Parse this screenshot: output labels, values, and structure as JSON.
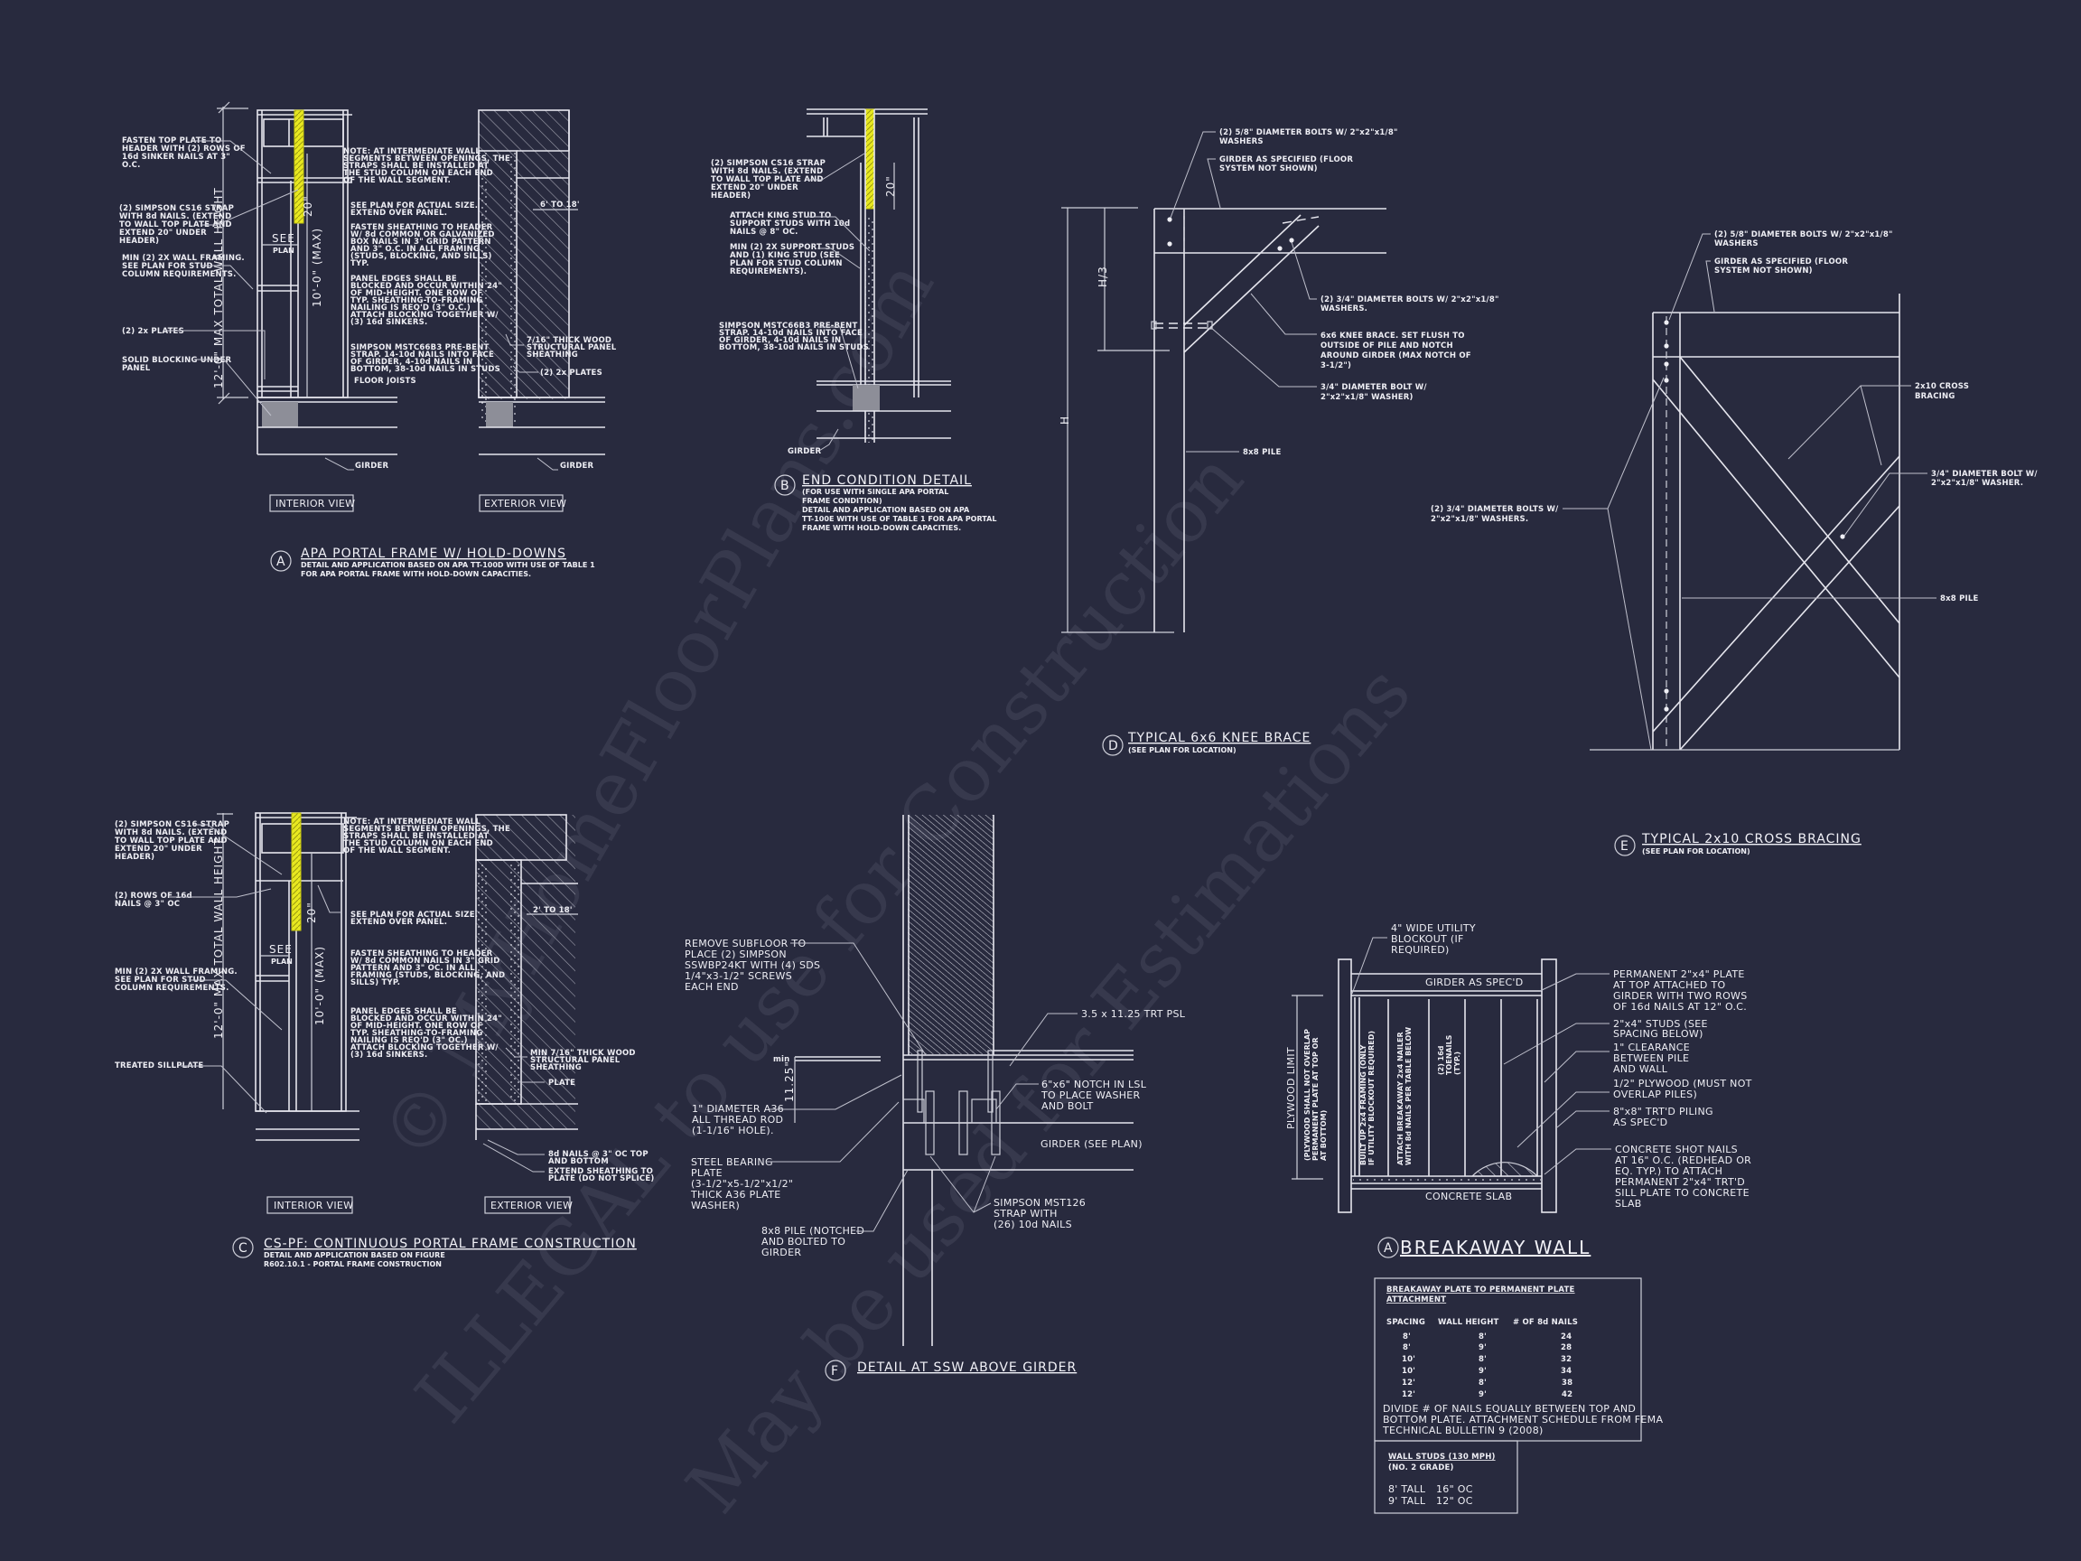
{
  "sheet": {
    "background": "#282a3e",
    "line_color": "#e6e6ee",
    "strap_color": "#e8e820"
  },
  "watermark": {
    "line1": "© MyHomeFloorPlans.com",
    "line2": "ILLEGAL to use for Construction",
    "line3": "May be used for Estimations"
  },
  "detail_a": {
    "tag": "A",
    "title": "APA PORTAL FRAME W/ HOLD-DOWNS",
    "subtitle": [
      "DETAIL AND APPLICATION BASED ON APA TT-100D WITH USE OF TABLE 1",
      "FOR APA PORTAL FRAME WITH HOLD-DOWN CAPACITIES."
    ],
    "interior_view_label": "INTERIOR VIEW",
    "exterior_view_label": "EXTERIOR VIEW",
    "dim_total": "12'-0\" MAX TOTAL WALL HEIGHT",
    "dim_wall": "10'-0\" (MAX)",
    "dim_strap": "20\"",
    "see_plan": "SEE",
    "see_plan_sub": "PLAN",
    "dim_width": "6' TO 18'",
    "notes_left": [
      [
        "FASTEN TOP PLATE TO",
        "HEADER WITH (2) ROWS OF",
        "16d SINKER NAILS AT 3\"",
        "O.C."
      ],
      [
        "(2) SIMPSON CS16 STRAP",
        "WITH 8d NAILS. (EXTEND",
        "TO WALL TOP PLATE AND",
        "EXTEND 20\" UNDER",
        "HEADER)"
      ],
      [
        "MIN (2) 2X WALL FRAMING.",
        "SEE PLAN FOR STUD",
        "COLUMN REQUIREMENTS."
      ],
      [
        "(2) 2x PLATES"
      ],
      [
        "SOLID BLOCKING UNDER",
        "PANEL"
      ]
    ],
    "notes_mid": [
      [
        "NOTE: AT INTERMEDIATE WALL",
        "SEGMENTS BETWEEN OPENINGS, THE",
        "STRAPS SHALL BE INSTALLED AT",
        "THE STUD COLUMN ON EACH END",
        "OF THE WALL SEGMENT."
      ],
      [
        "SEE PLAN FOR ACTUAL SIZE.",
        "EXTEND OVER PANEL."
      ],
      [
        "FASTEN SHEATHING TO HEADER",
        "W/ 8d COMMON OR GALVANIZED",
        "BOX NAILS IN 3\" GRID PATTERN",
        "AND 3\" O.C. IN ALL FRAMING",
        "(STUDS, BLOCKING, AND SILLS)",
        "TYP."
      ],
      [
        "PANEL EDGES SHALL BE",
        "BLOCKED AND OCCUR WITHIN 24\"",
        "OF MID-HEIGHT. ONE ROW OF",
        "TYP. SHEATHING-TO-FRAMING",
        "NAILING IS REQ'D (3\" O.C.)",
        "ATTACH BLOCKING TOGETHER W/",
        "(3) 16d SINKERS."
      ],
      [
        "SIMPSON MSTC66B3 PRE-BENT",
        "STRAP. 14-10d NAILS INTO FACE",
        "OF GIRDER, 4-10d NAILS IN",
        "BOTTOM, 38-10d NAILS IN STUDS"
      ],
      [
        "FLOOR JOISTS"
      ]
    ],
    "notes_right": [
      [
        "7/16\" THICK WOOD",
        "STRUCTURAL PANEL",
        "SHEATHING"
      ],
      [
        "(2) 2x PLATES"
      ]
    ],
    "girder_label": "GIRDER"
  },
  "detail_b": {
    "tag": "B",
    "title": "END CONDITION DETAIL",
    "subtitle": [
      "(FOR USE WITH SINGLE APA PORTAL",
      "FRAME CONDITION)",
      "DETAIL AND APPLICATION BASED ON APA",
      "TT-100E WITH USE OF TABLE 1 FOR APA PORTAL",
      "FRAME WITH HOLD-DOWN CAPACITIES."
    ],
    "dim_strap": "20\"",
    "notes": [
      [
        "(2) SIMPSON CS16 STRAP",
        "WITH 8d NAILS. (EXTEND",
        "TO WALL TOP PLATE AND",
        "EXTEND 20\" UNDER",
        "HEADER)"
      ],
      [
        "ATTACH KING STUD TO",
        "SUPPORT STUDS WITH 10d",
        "NAILS @ 8\" OC."
      ],
      [
        "MIN (2) 2X SUPPORT STUDS",
        "AND (1) KING STUD (SEE",
        "PLAN FOR STUD COLUMN",
        "REQUIREMENTS)."
      ],
      [
        "SIMPSON MSTC66B3 PRE-BENT",
        "STRAP. 14-10d NAILS INTO FACE",
        "OF GIRDER, 4-10d NAILS IN",
        "BOTTOM, 38-10d NAILS IN STUDS"
      ]
    ],
    "girder_label": "GIRDER"
  },
  "detail_c": {
    "tag": "C",
    "title": "CS-PF: CONTINUOUS PORTAL FRAME CONSTRUCTION",
    "subtitle": [
      "DETAIL AND APPLICATION BASED ON FIGURE",
      "R602.10.1 - PORTAL FRAME CONSTRUCTION"
    ],
    "interior_view_label": "INTERIOR VIEW",
    "exterior_view_label": "EXTERIOR VIEW",
    "dim_total": "12'-0\" MAX TOTAL WALL HEIGHT",
    "dim_wall": "10'-0\" (MAX)",
    "dim_strap": "20\"",
    "see_plan": "SEE",
    "see_plan_sub": "PLAN",
    "dim_width": "2' TO 18'",
    "notes_left": [
      [
        "(2) SIMPSON CS16 STRAP",
        "WITH 8d NAILS. (EXTEND",
        "TO WALL TOP PLATE AND",
        "EXTEND 20\" UNDER",
        "HEADER)"
      ],
      [
        "(2) ROWS OF 16d",
        "NAILS @ 3\" OC"
      ],
      [
        "MIN (2) 2X WALL FRAMING.",
        "SEE PLAN FOR STUD",
        "COLUMN REQUIREMENTS."
      ],
      [
        "TREATED SILLPLATE"
      ]
    ],
    "notes_mid": [
      [
        "NOTE: AT INTERMEDIATE WALL",
        "SEGMENTS BETWEEN OPENINGS, THE",
        "STRAPS SHALL BE INSTALLED AT",
        "THE STUD COLUMN ON EACH END",
        "OF THE WALL SEGMENT."
      ],
      [
        "SEE PLAN FOR ACTUAL SIZE.",
        "EXTEND OVER PANEL."
      ],
      [
        "FASTEN SHEATHING TO HEADER",
        "W/ 8d COMMON NAILS IN 3\" GRID",
        "PATTERN AND 3\" OC. IN ALL",
        "FRAMING (STUDS, BLOCKING, AND",
        "SILLS) TYP."
      ],
      [
        "PANEL EDGES SHALL BE",
        "BLOCKED AND OCCUR WITHIN 24\"",
        "OF MID-HEIGHT. ONE ROW OF",
        "TYP. SHEATHING-TO-FRAMING",
        "NAILING IS REQ'D (3\" OC.)",
        "ATTACH BLOCKING TOGETHER W/",
        "(3) 16d SINKERS."
      ]
    ],
    "notes_right": [
      [
        "MIN 7/16\" THICK WOOD",
        "STRUCTURAL PANEL",
        "SHEATHING"
      ],
      [
        "PLATE"
      ],
      [
        "8d NAILS @ 3\" OC TOP",
        "AND BOTTOM"
      ],
      [
        "EXTEND SHEATHING TO",
        "PLATE (DO NOT SPLICE)"
      ]
    ]
  },
  "detail_d": {
    "tag": "D",
    "title": "TYPICAL 6x6 KNEE BRACE",
    "subtitle": "(SEE PLAN FOR LOCATION)",
    "dim_h3": "H/3",
    "dim_h": "H",
    "notes": [
      [
        "(2) 5/8\" DIAMETER BOLTS W/ 2\"x2\"x1/8\"",
        "WASHERS"
      ],
      [
        "GIRDER AS SPECIFIED (FLOOR",
        "SYSTEM NOT SHOWN)"
      ],
      [
        "(2) 3/4\" DIAMETER BOLTS W/ 2\"x2\"x1/8\"",
        "WASHERS."
      ],
      [
        "6x6 KNEE BRACE. SET FLUSH TO",
        "OUTSIDE OF PILE AND NOTCH",
        "AROUND GIRDER (MAX NOTCH OF",
        "3-1/2\")"
      ],
      [
        "3/4\" DIAMETER BOLT W/",
        "2\"x2\"x1/8\" WASHER)"
      ],
      [
        "8x8 PILE"
      ]
    ]
  },
  "detail_e": {
    "tag": "E",
    "title": "TYPICAL 2x10 CROSS BRACING",
    "subtitle": "(SEE PLAN FOR LOCATION)",
    "notes": [
      [
        "(2) 5/8\" DIAMETER BOLTS W/ 2\"x2\"x1/8\"",
        "WASHERS"
      ],
      [
        "GIRDER AS SPECIFIED (FLOOR",
        "SYSTEM NOT SHOWN)"
      ],
      [
        "2x10 CROSS",
        "BRACING"
      ],
      [
        "3/4\" DIAMETER BOLT W/",
        "2\"x2\"x1/8\" WASHER."
      ],
      [
        "(2) 3/4\" DIAMETER BOLTS W/",
        "2\"x2\"x1/8\" WASHERS."
      ],
      [
        "8x8 PILE"
      ]
    ]
  },
  "detail_f": {
    "tag": "F",
    "title": "DETAIL AT SSW ABOVE GIRDER",
    "dim_min": "min",
    "dim_1125": "11.25\"",
    "notes": [
      [
        "REMOVE SUBFLOOR TO",
        "PLACE (2) SIMPSON",
        "SSWBP24KT WITH (4) SDS",
        "1/4\"x3-1/2\"  SCREWS",
        "EACH END"
      ],
      [
        "3.5 x 11.25 TRT PSL"
      ],
      [
        "1\" DIAMETER A36",
        "ALL THREAD ROD",
        "(1-1/16\" HOLE)."
      ],
      [
        "6\"x6\" NOTCH IN LSL",
        "TO PLACE WASHER",
        "AND BOLT"
      ],
      [
        "GIRDER (SEE PLAN)"
      ],
      [
        "STEEL BEARING",
        "PLATE",
        "(3-1/2\"x5-1/2\"x1/2\"",
        "THICK A36 PLATE",
        "WASHER)"
      ],
      [
        "SIMPSON MST126",
        "STRAP WITH",
        "(26) 10d NAILS"
      ],
      [
        "8x8 PILE (NOTCHED",
        "AND BOLTED TO",
        "GIRDER"
      ]
    ]
  },
  "breakaway": {
    "tag": "A",
    "title": "BREAKAWAY WALL",
    "girder_label": "GIRDER AS SPEC'D",
    "slab_label": "CONCRETE SLAB",
    "plywood_limit": "PLYWOOD LIMIT",
    "plywood_note": [
      "(PLYWOOD SHALL NOT OVERLAP",
      "PERMANENT PLATE AT TOP OR",
      "AT BOTTOM)"
    ],
    "built_up_note": [
      "BUILT UP 2x4 FRAMING (ONLY",
      "IF UTILITY BLOCKOUT REQUIRED)"
    ],
    "nailer_note": [
      "ATTACH BREAKAWAY 2x4 NAILER",
      "WITH 8d NAILS PER TABLE BELOW"
    ],
    "toenail_note": [
      "(2) 16d",
      "TOENAILS",
      "(TYP.)"
    ],
    "notes": [
      [
        "4\" WIDE UTILITY",
        "BLOCKOUT (IF",
        "REQUIRED)"
      ],
      [
        "PERMANENT 2\"x4\" PLATE",
        "AT TOP ATTACHED TO",
        "GIRDER WITH TWO ROWS",
        "OF 16d NAILS AT 12\" O.C."
      ],
      [
        "2\"x4\" STUDS (SEE",
        "SPACING BELOW)"
      ],
      [
        "1\" CLEARANCE",
        "BETWEEN PILE",
        "AND WALL"
      ],
      [
        "1/2\" PLYWOOD (MUST NOT",
        "OVERLAP PILES)"
      ],
      [
        "8\"x8\" TRT'D PILING",
        "AS SPEC'D"
      ],
      [
        "CONCRETE SHOT NAILS",
        "AT 16\" O.C. (REDHEAD OR",
        "EQ. TYP.)  TO ATTACH",
        "PERMANENT 2\"x4\" TRT'D",
        "SILL PLATE TO CONCRETE",
        "SLAB"
      ]
    ]
  },
  "attachment_table": {
    "title": [
      "BREAKAWAY PLATE TO PERMANENT PLATE",
      "ATTACHMENT"
    ],
    "headers": [
      "SPACING",
      "WALL HEIGHT",
      "# OF 8d NAILS"
    ],
    "rows": [
      [
        "8'",
        "8'",
        "24"
      ],
      [
        "8'",
        "9'",
        "28"
      ],
      [
        "10'",
        "8'",
        "32"
      ],
      [
        "10'",
        "9'",
        "34"
      ],
      [
        "12'",
        "8'",
        "38"
      ],
      [
        "12'",
        "9'",
        "42"
      ]
    ],
    "footnote": [
      "DIVIDE # OF NAILS EQUALLY BETWEEN TOP AND",
      "BOTTOM PLATE. ATTACHMENT SCHEDULE FROM FEMA",
      "TECHNICAL BULLETIN 9 (2008)"
    ]
  },
  "studs_table": {
    "title": "WALL STUDS (130 MPH)",
    "subtitle": "(NO. 2 GRADE)",
    "rows": [
      [
        "8' TALL",
        "16\" OC"
      ],
      [
        "9' TALL",
        "12\" OC"
      ]
    ]
  }
}
